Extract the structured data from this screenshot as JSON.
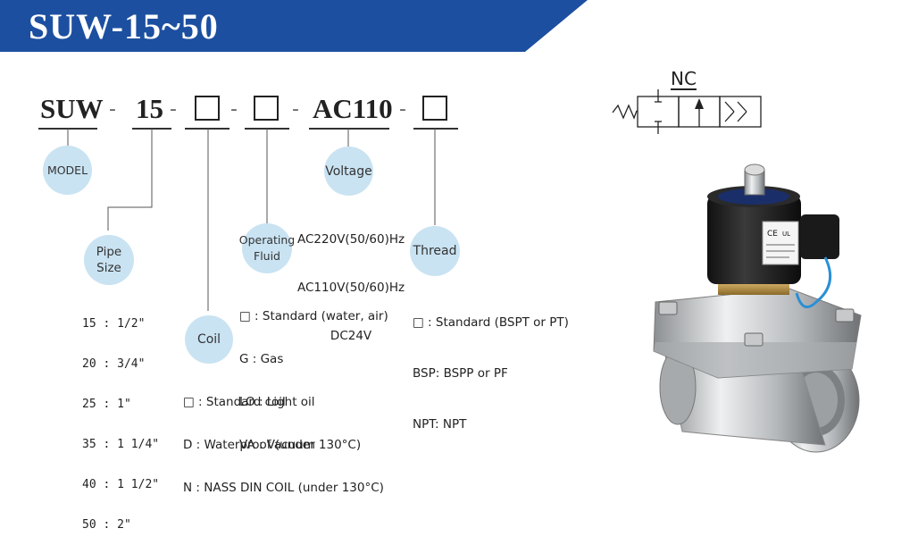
{
  "title": "SUW-15~50",
  "colors": {
    "banner": "#1d4fa0",
    "bubble": "#c9e3f2"
  },
  "code": {
    "model": "SUW",
    "size": "15",
    "voltage": "AC110",
    "dash": "-"
  },
  "bubbles": {
    "model": "MODEL",
    "pipe_size": [
      "Pipe",
      "Size"
    ],
    "coil": "Coil",
    "operating_fluid": [
      "Operating",
      "Fluid"
    ],
    "voltage": "Voltage",
    "thread": "Thread"
  },
  "pipe_sizes": [
    "15 : 1/2\"",
    "20 : 3/4\"",
    "25 : 1\"",
    "35 : 1 1/4\"",
    "40 : 1 1/2\"",
    "50 : 2\""
  ],
  "coil_options": [
    "□ : Standard coil",
    "D : Waterproof (under 130°C)",
    "N : NASS DIN COIL (under 130°C)"
  ],
  "fluid_options": [
    "□ : Standard (water, air)",
    "G : Gas",
    "LO : Light oil",
    "VA : Vacuum"
  ],
  "voltage_options": [
    "AC220V(50/60)Hz",
    "AC110V(50/60)Hz",
    "DC24V"
  ],
  "thread_options": [
    "□ : Standard (BSPT or PT)",
    "BSP: BSPP or PF",
    "NPT: NPT"
  ],
  "symbol": {
    "label": "NC"
  },
  "product_image": {
    "icon": "solenoid-valve-photo",
    "label_text": [
      "CE",
      "UL"
    ]
  }
}
